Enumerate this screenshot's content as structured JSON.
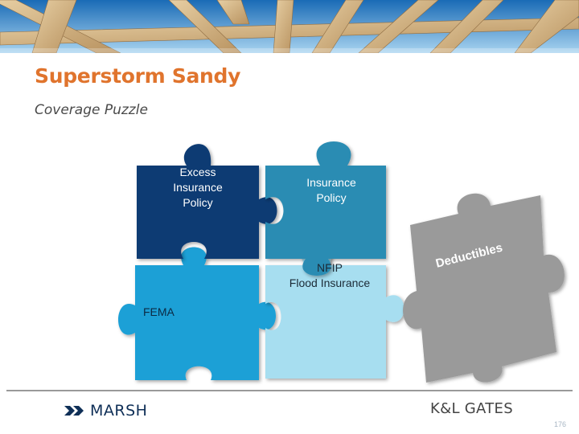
{
  "slide": {
    "title": "Superstorm Sandy",
    "subtitle": "Coverage Puzzle",
    "page_number": "176"
  },
  "puzzle": {
    "pieces": [
      {
        "id": "excess",
        "lines": [
          "Excess",
          "Insurance",
          "Policy"
        ],
        "color": "#0f3b73",
        "text_color": "#ffffff"
      },
      {
        "id": "insurance",
        "lines": [
          "Insurance",
          "Policy"
        ],
        "color": "#2a8cb3",
        "text_color": "#ffffff"
      },
      {
        "id": "fema",
        "lines": [
          "FEMA"
        ],
        "color": "#1fa0d6",
        "text_color": "#0c2a44"
      },
      {
        "id": "nfip",
        "lines": [
          "NFIP",
          "Flood Insurance"
        ],
        "color": "#a7def0",
        "text_color": "#1b2a36"
      },
      {
        "id": "deductibles",
        "lines": [
          "Deductibles"
        ],
        "color": "#9a9a9a",
        "text_color": "#ffffff"
      }
    ]
  },
  "footer": {
    "left_logo": "MARSH",
    "right_logo": "K&L GATES"
  },
  "colors": {
    "title": "#e0742d",
    "sky_top": "#1a6bb6",
    "sky_bottom": "#a9d4f0",
    "beam": "#d7b585",
    "marsh_blue": "#0f2f57"
  }
}
